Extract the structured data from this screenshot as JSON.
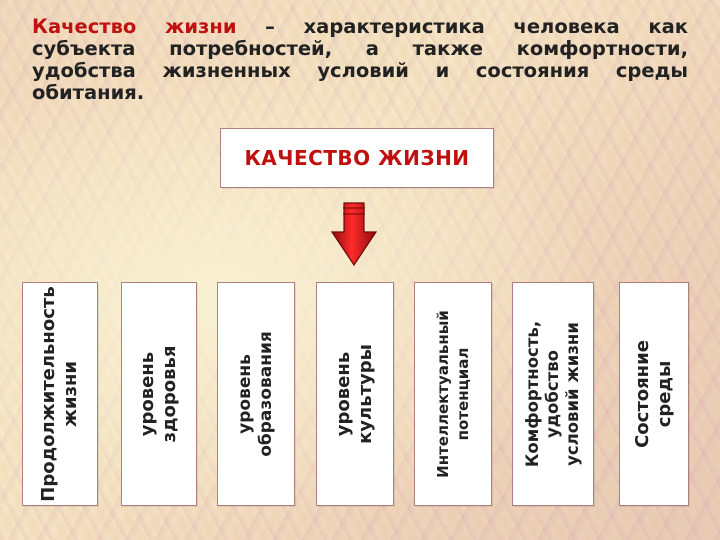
{
  "definition": {
    "term": "Качество жизни",
    "text": " – характеристика человека как субъекта потребностей, а также комфортности, удобства жизненных условий и состояния среды обитания."
  },
  "center_box": {
    "label": "КАЧЕСТВО ЖИЗНИ"
  },
  "arrow": {
    "color": "#e0141a",
    "icon": "arrow-down-icon"
  },
  "components": [
    {
      "lines": [
        "Продолжительность",
        "жизни"
      ]
    },
    {
      "lines": [
        "уровень",
        "здоровья"
      ]
    },
    {
      "lines": [
        "уровень",
        "образования"
      ]
    },
    {
      "lines": [
        "уровень",
        "культуры"
      ]
    },
    {
      "lines": [
        "Интеллектуальный",
        "потенциал"
      ]
    },
    {
      "lines": [
        "Комфортность,",
        "удобство",
        "условий жизни"
      ]
    },
    {
      "lines": [
        "Состояние",
        "среды"
      ]
    }
  ],
  "colors": {
    "accent": "#c0100f",
    "box_border": "#b08080"
  }
}
